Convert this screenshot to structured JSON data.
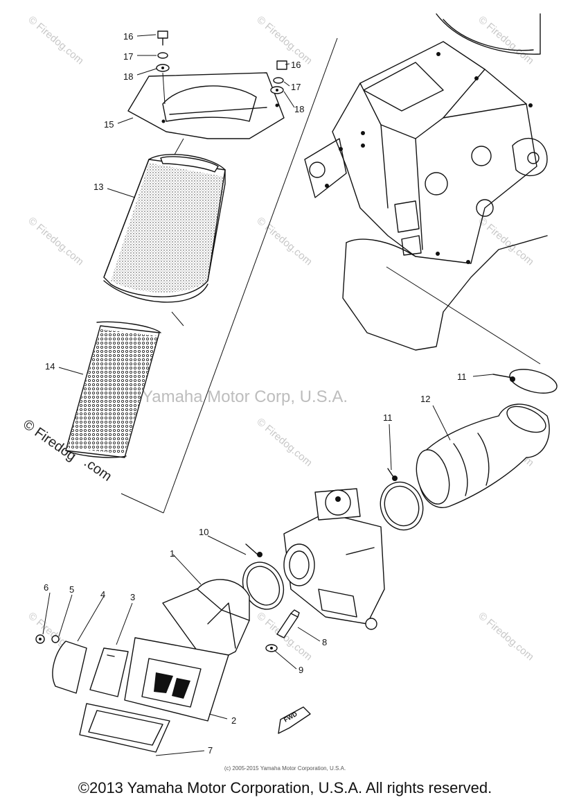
{
  "diagram": {
    "callouts": {
      "c1": "1",
      "c2": "2",
      "c3": "3",
      "c4": "4",
      "c5": "5",
      "c6": "6",
      "c7": "7",
      "c8": "8",
      "c9": "9",
      "c10": "10",
      "c11a": "11",
      "c11b": "11",
      "c12": "12",
      "c13": "13",
      "c14": "14",
      "c15": "15",
      "c16a": "16",
      "c16b": "16",
      "c17a": "17",
      "c17b": "17",
      "c18a": "18",
      "c18b": "18"
    },
    "fwd_label": "FWD",
    "watermark_center": "Yamaha Motor Corp, U.S.A.",
    "watermark_tile": "© Firedog.com",
    "watermark_left_line1": "© Firedog",
    "watermark_left_line2": ".com"
  },
  "footer": {
    "small_copyright": "(c) 2005-2015 Yamaha Motor Corporation, U.S.A.",
    "copyright": "©2013 Yamaha Motor Corporation, U.S.A. All rights reserved."
  }
}
